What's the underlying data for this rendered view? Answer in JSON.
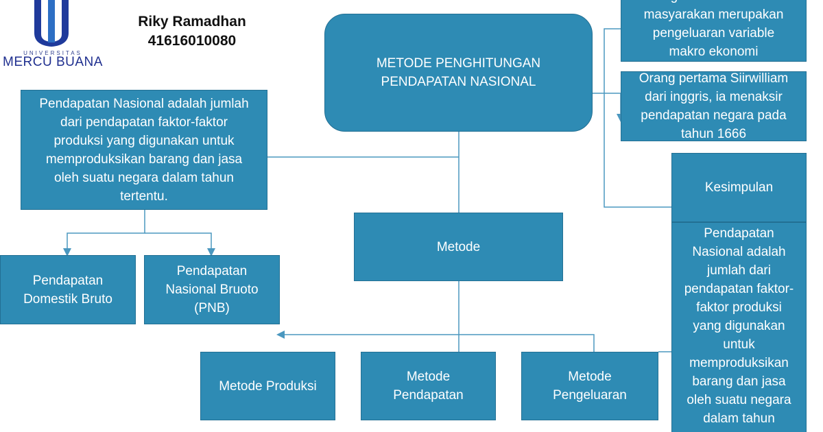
{
  "logo": {
    "sub": "UNIVERSITAS",
    "name": "MERCU BUANA"
  },
  "author": {
    "name": "Riky Ramadhan",
    "id": "41616010080"
  },
  "nodes": {
    "title": "METODE PENGHITUNGAN\nPENDAPATAN NASIONAL",
    "definition": "Pendapatan Nasional adalah jumlah\ndari pendapatan faktor-faktor\nproduksi yang digunakan untuk\nmemproduksikan barang dan jasa\noleh suatu negara dalam tahun\ntertentu.",
    "metode": "Metode",
    "pdb": "Pendapatan\nDomestik Bruto",
    "pnb": "Pendapatan\nNasional Bruoto\n(PNB)",
    "produksi": "Metode Produksi",
    "pendapatan": "Metode\nPendapatan",
    "pengeluaran": "Metode\nPengeluaran",
    "konsumsi": "Pengeluaran konsumsi\nmasyarakan merupakan\npengeluaran variable\nmakro ekonomi",
    "sirwilliam": "Orang pertama Siirwilliam\ndari inggris, ia menaksir\npendapatan negara pada\ntahun 1666",
    "kesimpulan": "Kesimpulan",
    "kesimpulan_text": "Pendapatan\nNasional adalah\njumlah dari\npendapatan faktor-\nfaktor produksi\nyang digunakan\nuntuk\nmemproduksikan\nbarang dan jasa\noleh suatu negara\ndalam tahun\ntertentu."
  },
  "colors": {
    "box_fill": "#2e8bb4",
    "box_border": "#226f93",
    "connector": "#4a97bf"
  }
}
